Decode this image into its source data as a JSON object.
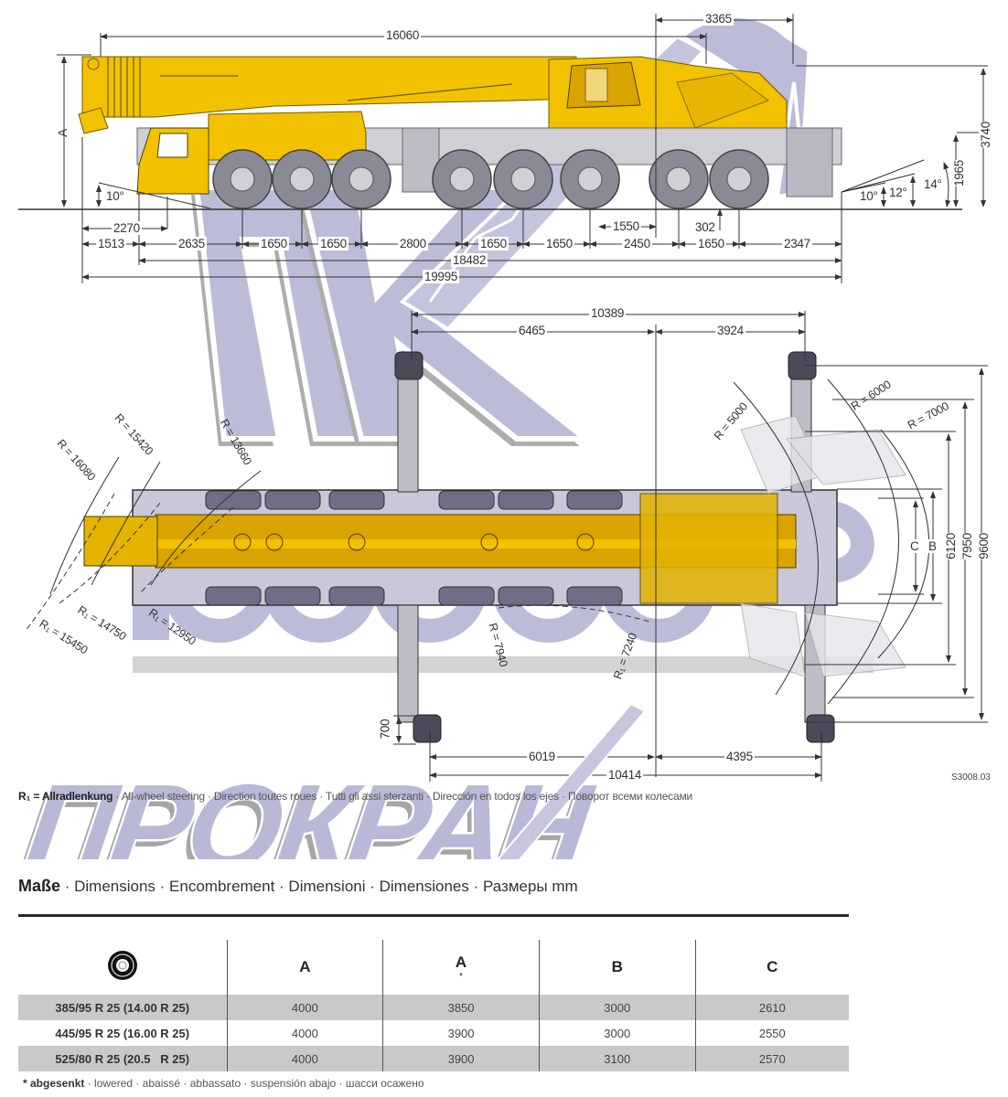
{
  "side_view": {
    "overall_dims": {
      "boom_length": "16060",
      "rear_overhang_top": "3365",
      "height_total": "3740",
      "height_carrier": "1965",
      "height_label": "A",
      "wheelbase_total": "18482",
      "length_total": "19995",
      "front_overhang_lower": "2270"
    },
    "axle_spacing": [
      "1513",
      "2635",
      "1650",
      "1650",
      "2800",
      "1650",
      "1650",
      "2450",
      "1650",
      "2347"
    ],
    "misc_dims": {
      "offset_1550": "1550",
      "ground_clearance": "302"
    },
    "angles": {
      "front_approach": "10°",
      "rear_10": "10°",
      "rear_12": "12°",
      "rear_14": "14°"
    }
  },
  "top_view": {
    "top_dims": {
      "outrigger_span_total": "10389",
      "front_to_center": "6465",
      "center_to_rear": "3924"
    },
    "bottom_dims": {
      "front_to_center": "6019",
      "center_to_rear": "4395",
      "outrigger_span_total": "10414"
    },
    "vertical_dims": {
      "C": "C",
      "B": "B",
      "w6120": "6120",
      "w7950": "7950",
      "w9600": "9600",
      "pad_700": "700"
    },
    "radii": {
      "r16080": "R = 16080",
      "r15420": "R = 15420",
      "r13660": "R = 13660",
      "r1_14750": "R₁ = 14750",
      "r1_15450": "R₁ = 15450",
      "r1_12950": "R₁ = 12950",
      "r7940": "R = 7940",
      "r1_7240": "R₁ = 7240",
      "r5000": "R = 5000",
      "r6000": "R = 6000",
      "r7000": "R = 7000"
    }
  },
  "drawing_code": "S3008.03",
  "steering_note": {
    "key": "R₁ = Allradlenkung",
    "translations": "· All-wheel steering · Direction toutes roues · Tutti gli assi sterzanti · Dirección en todos los ejes · Поворот всеми колесами"
  },
  "watermark": {
    "top_text": "ПК",
    "bottom_text": "ПРОКРАН",
    "color": "#b8b8d4",
    "shadow_color": "#a8a8a8"
  },
  "dimensions_section": {
    "title_bold": "Maße",
    "title_rest": " · Dimensions · Encombrement · Dimensioni · Dimensiones · Размеры  mm",
    "table": {
      "header_icon": "tyre-icon",
      "columns": [
        "A",
        "A",
        "B",
        "C"
      ],
      "column_marks": [
        "",
        "*",
        "",
        ""
      ],
      "rows": [
        {
          "tyre": "385/95 R 25 (14.00 R 25)",
          "values": [
            "4000",
            "3850",
            "3000",
            "2610"
          ]
        },
        {
          "tyre": "445/95 R 25 (16.00 R 25)",
          "values": [
            "4000",
            "3900",
            "3000",
            "2550"
          ]
        },
        {
          "tyre": "525/80 R 25 (20.5   R 25)",
          "values": [
            "4000",
            "3900",
            "3100",
            "2570"
          ]
        }
      ]
    },
    "footnote": {
      "key": "* abgesenkt",
      "translations": " · lowered · abaissé · abbassato · suspensión abajo · шасси осажено"
    }
  },
  "colors": {
    "crane_yellow": "#f2c200",
    "crane_dark_yellow": "#d9a400",
    "chassis_grey": "#cfcfd6",
    "tyre_grey": "#8a8a96",
    "line": "#333333",
    "row_shade": "#c9c9c9"
  }
}
